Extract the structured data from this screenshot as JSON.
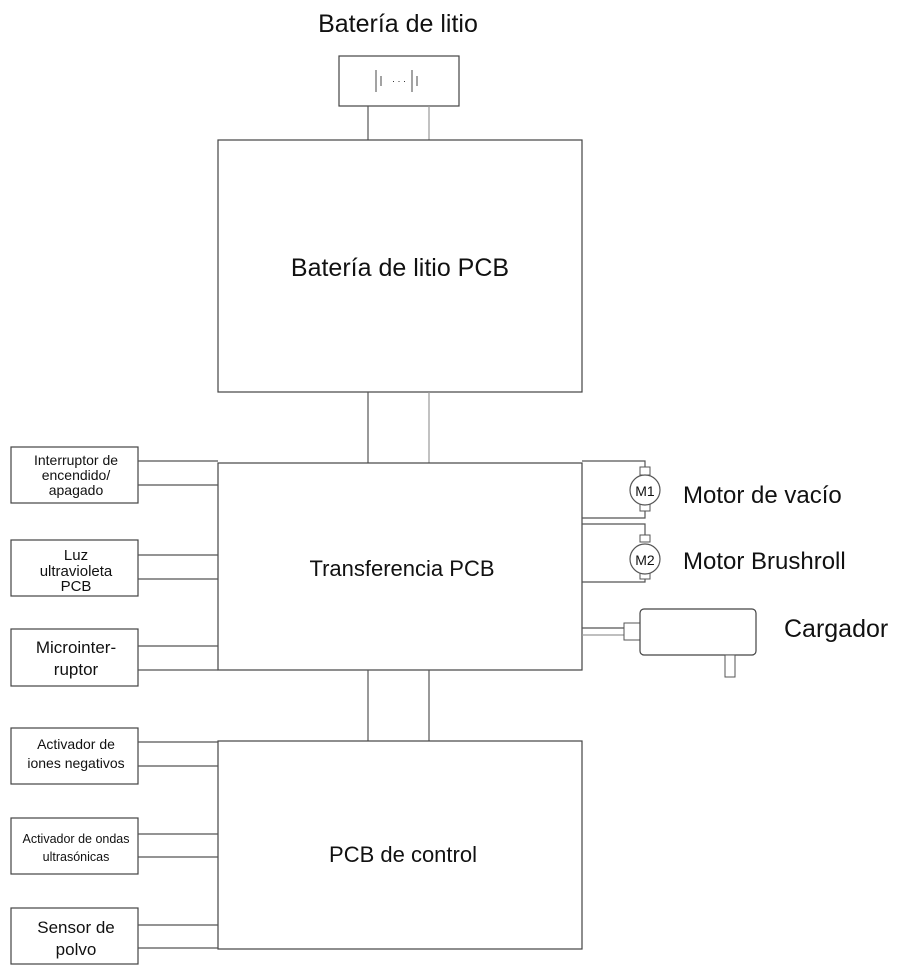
{
  "battery": {
    "title": "Batería de litio"
  },
  "blocks": {
    "battery_pcb": "Batería de litio PCB",
    "transfer_pcb": "Transferencia PCB",
    "control_pcb": "PCB de control"
  },
  "left_components": {
    "power_switch": [
      "Interruptor de",
      "encendido/",
      "apagado"
    ],
    "uv_light": [
      "Luz",
      "ultravioleta",
      "PCB"
    ],
    "microswitch": [
      "Microinter-",
      "ruptor"
    ],
    "ion_activator": [
      "Activador de",
      "iones negativos"
    ],
    "ultrasonic_activator": [
      "Activador de ondas",
      "ultrasónicas"
    ],
    "dust_sensor": [
      "Sensor de",
      "polvo"
    ]
  },
  "right_components": {
    "motor_vacuum": {
      "symbol": "M1",
      "label": "Motor de vacío"
    },
    "motor_brushroll": {
      "symbol": "M2",
      "label": "Motor Brushroll"
    },
    "charger": {
      "label": "Cargador"
    }
  }
}
